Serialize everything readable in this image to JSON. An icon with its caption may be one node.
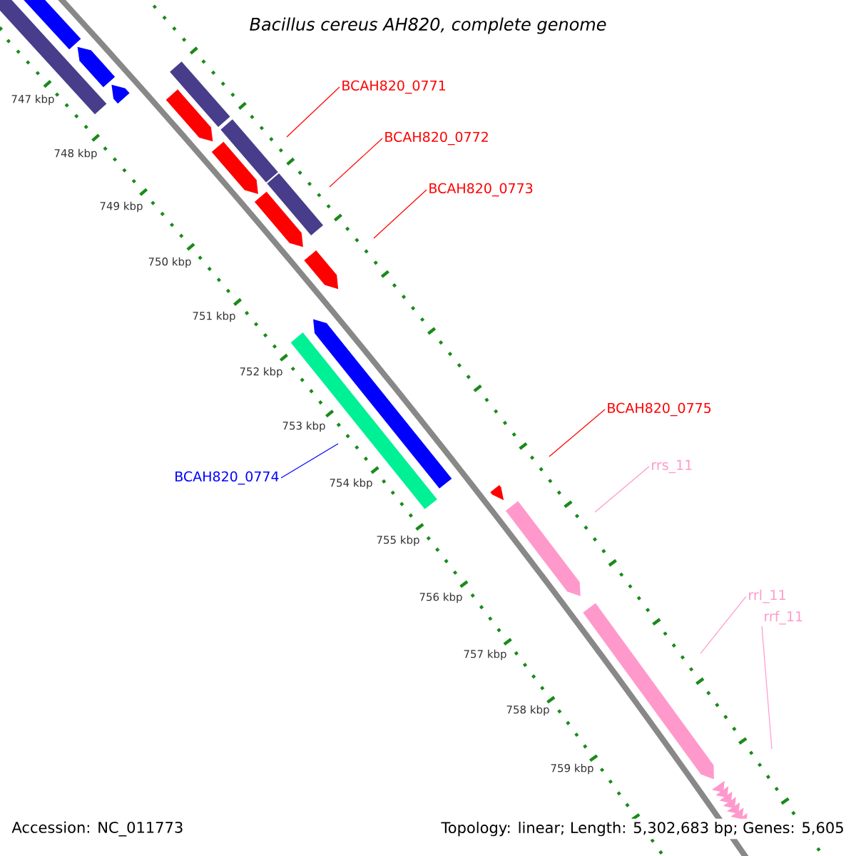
{
  "diagram": {
    "title": "Bacillus cereus AH820, complete genome",
    "nodes": [
      {
        "text": [
          "BCAH820_0771"
        ]
      },
      {
        "text": [
          "BCAH820_0772"
        ]
      },
      {
        "text": [
          "BCAH820_0773"
        ]
      },
      {
        "text": [
          "BCAH820_0775"
        ]
      },
      {
        "text": [
          "rrs_11"
        ]
      },
      {
        "text": [
          "BCAH820_0774"
        ]
      },
      {
        "text": [
          "rrl_11"
        ]
      },
      {
        "text": [
          "rrf_11"
        ]
      }
    ],
    "edges": [
      {
        "from": 0,
        "to": null,
        "arrow": "none"
      },
      {
        "from": 1,
        "to": null,
        "arrow": "none"
      },
      {
        "from": 2,
        "to": null,
        "arrow": "none"
      },
      {
        "from": 3,
        "to": null,
        "arrow": "none"
      },
      {
        "from": 4,
        "to": null,
        "arrow": "none",
        "color": "#ff99cc"
      },
      {
        "from": 5,
        "to": null,
        "arrow": "none",
        "color": "#0000ff"
      },
      {
        "from": 6,
        "to": null,
        "arrow": "none",
        "color": "#ff99cc"
      },
      {
        "from": 7,
        "to": null,
        "arrow": "none",
        "color": "#ff99cc"
      }
    ],
    "labels": [
      "747 kbp",
      "748 kbp",
      "749 kbp",
      "750 kbp",
      "751 kbp",
      "752 kbp",
      "753 kbp",
      "754 kbp",
      "755 kbp",
      "756 kbp",
      "757 kbp",
      "758 kbp",
      "759 kbp",
      "Accession: NC_011773",
      "Topology: linear; Length: 5,302,683 bp; Genes: 5,605"
    ]
  }
}
